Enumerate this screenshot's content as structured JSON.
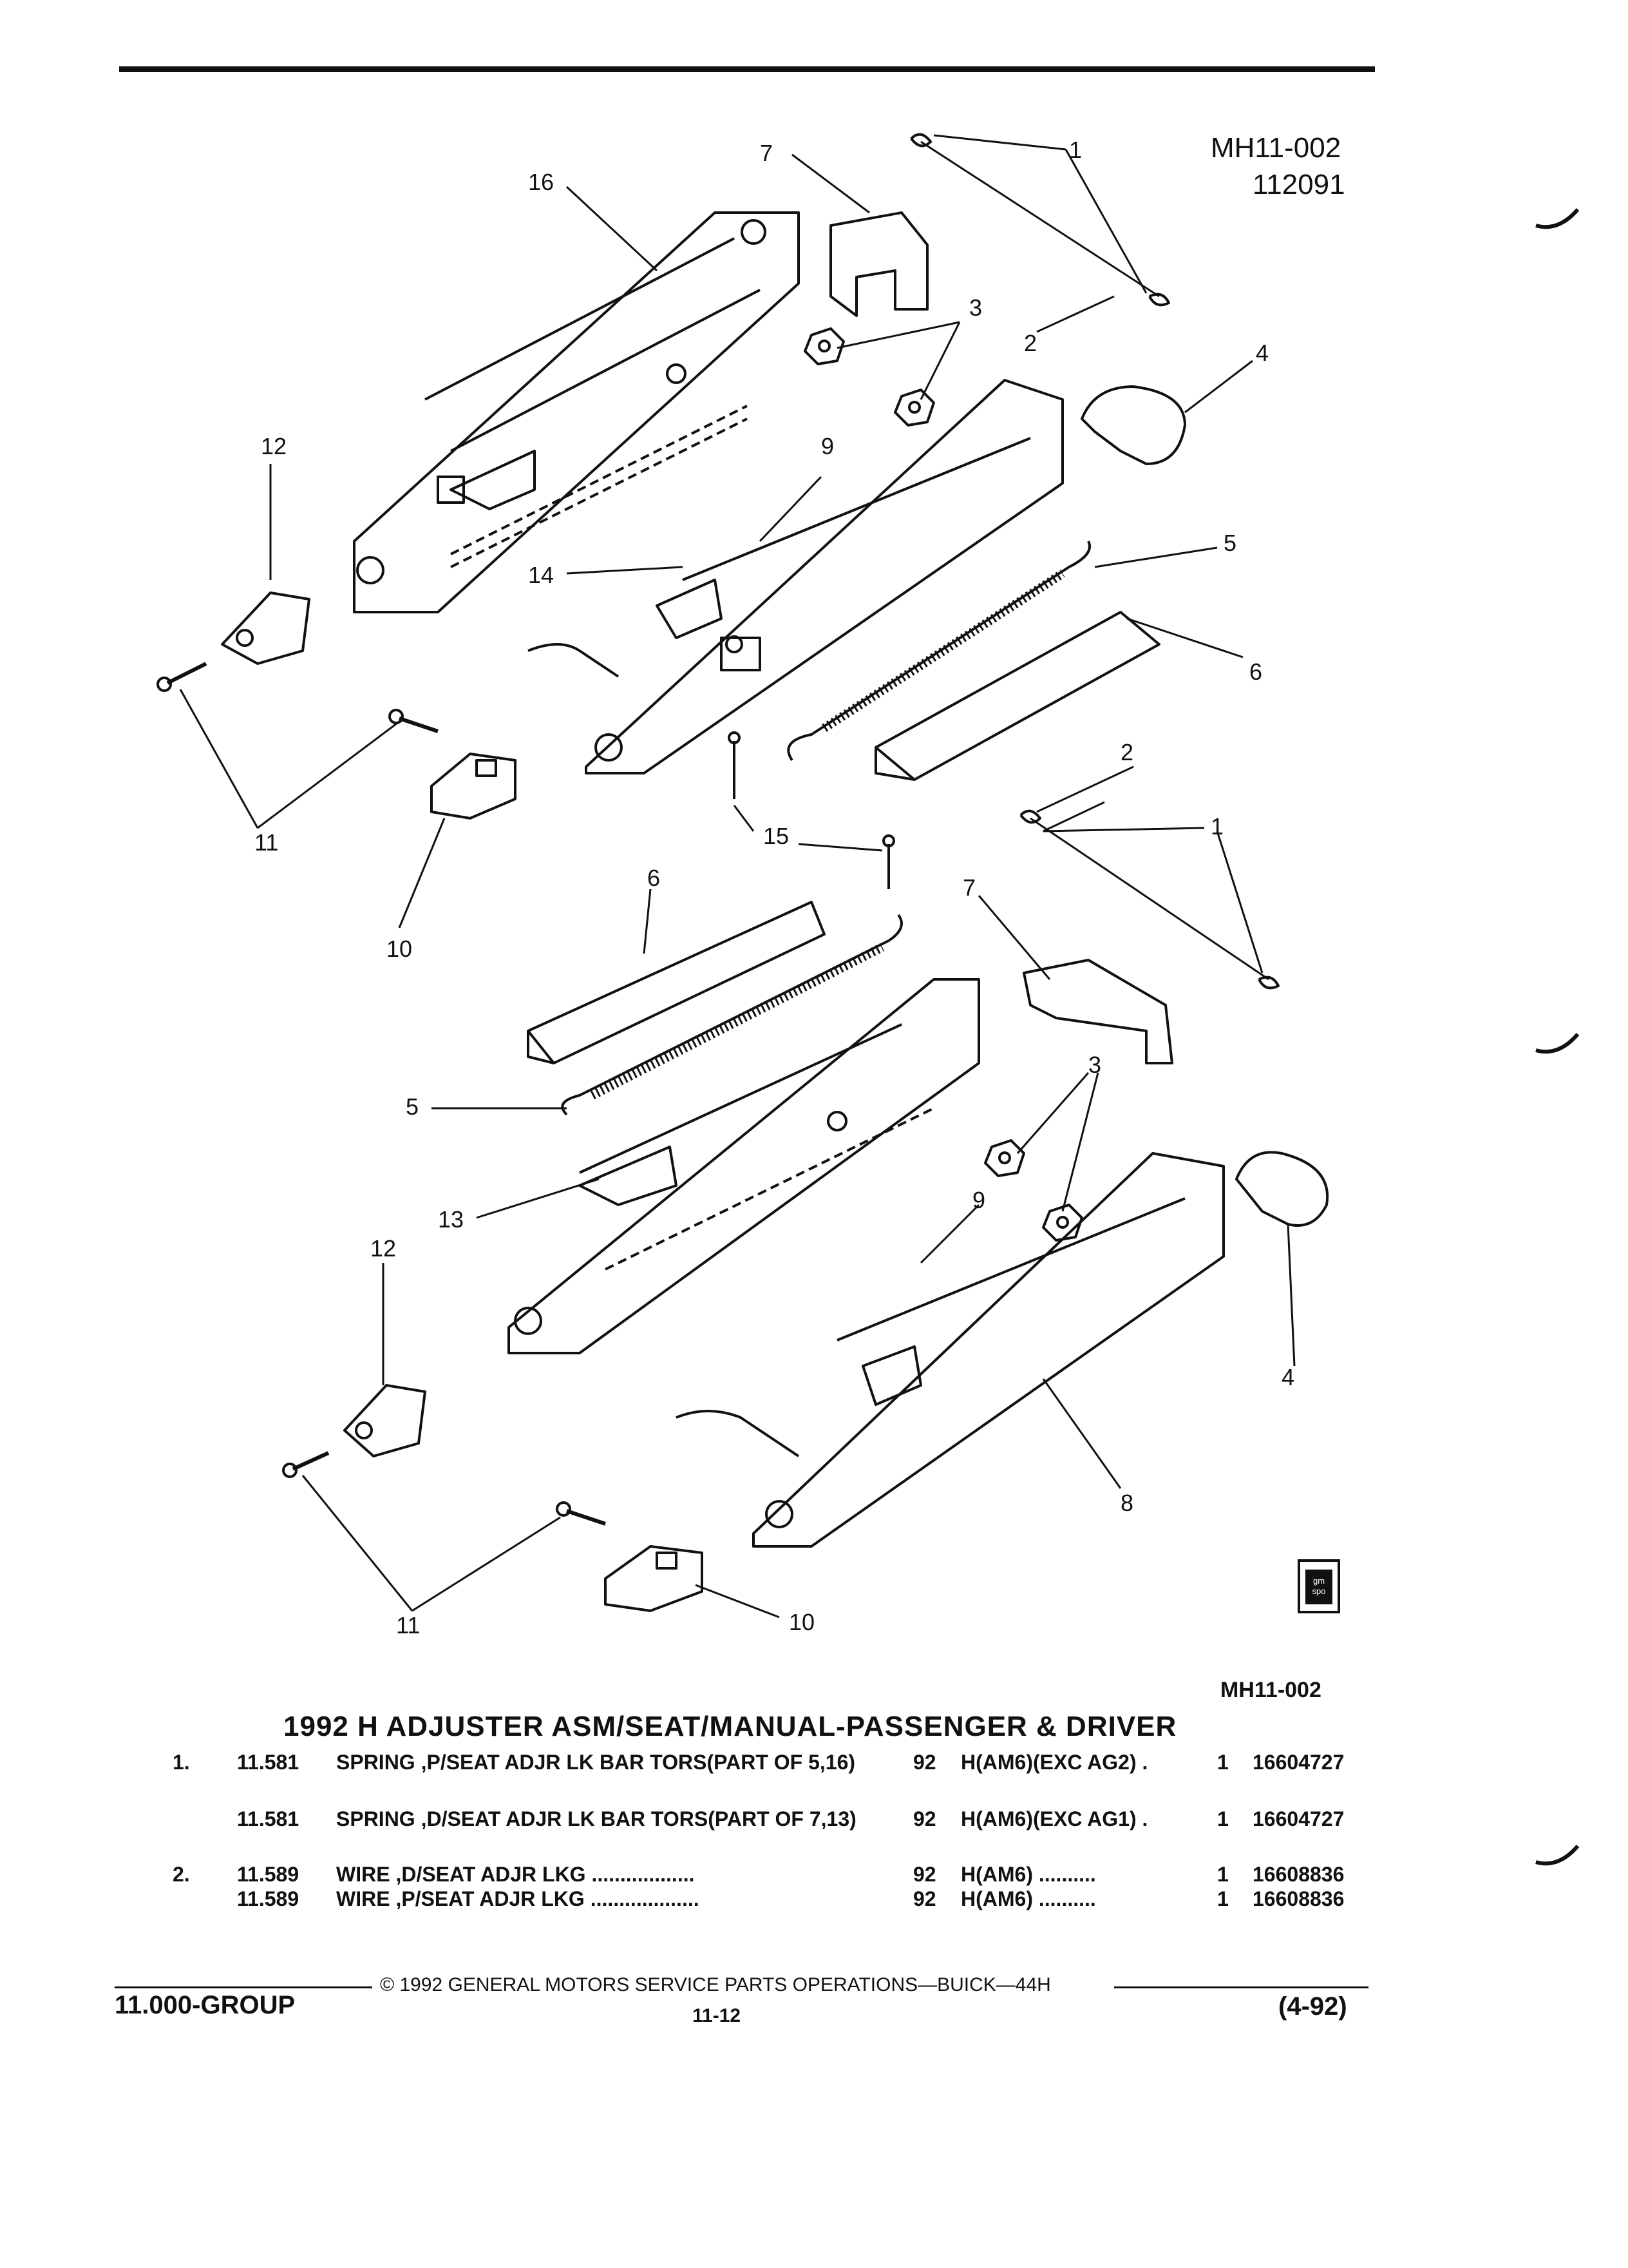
{
  "diagram": {
    "id": "MH11-002",
    "date": "112091",
    "callouts": [
      "1",
      "2",
      "3",
      "4",
      "5",
      "6",
      "7",
      "8",
      "9",
      "10",
      "11",
      "12",
      "13",
      "14",
      "15",
      "16"
    ],
    "figure_ref": "MH11-002",
    "logo_text": "gm spo"
  },
  "title": "1992 H ADJUSTER ASM/SEAT/MANUAL-PASSENGER & DRIVER",
  "parts": [
    {
      "item": "1.",
      "code": "11.581",
      "desc": "SPRING ,P/SEAT ADJR LK BAR TORS(PART OF 5,16)",
      "year": "92",
      "model": "H(AM6)(EXC AG2) .",
      "qty": "1",
      "part": "16604727"
    },
    {
      "item": "",
      "code": "11.581",
      "desc": "SPRING ,D/SEAT ADJR LK BAR TORS(PART OF 7,13)",
      "year": "92",
      "model": "H(AM6)(EXC AG1) .",
      "qty": "1",
      "part": "16604727"
    },
    {
      "item": "2.",
      "code": "11.589",
      "desc": "WIRE ,D/SEAT ADJR LKG ..................",
      "year": "92",
      "model": "H(AM6) ..........",
      "qty": "1",
      "part": "16608836"
    },
    {
      "item": "",
      "code": "11.589",
      "desc": "WIRE ,P/SEAT ADJR LKG ...................",
      "year": "92",
      "model": "H(AM6) ..........",
      "qty": "1",
      "part": "16608836"
    }
  ],
  "footer": {
    "copyright": "© 1992 GENERAL MOTORS SERVICE PARTS OPERATIONS—BUICK—44H",
    "group": "11.000-GROUP",
    "page": "11-12",
    "date_code": "(4-92)"
  }
}
